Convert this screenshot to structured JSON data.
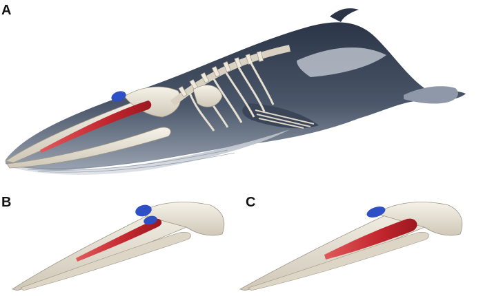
{
  "panels": {
    "a": {
      "label": "A"
    },
    "b": {
      "label": "B"
    },
    "c": {
      "label": "C"
    }
  },
  "colors": {
    "whale_dark": "#2b3547",
    "whale_mid": "#5d6a80",
    "whale_light": "#c9cfd8",
    "bone": "#ece7da",
    "bone_shadow": "#b9b2a3",
    "muscle_red": "#c2262e",
    "muscle_blue": "#2f4fc4"
  }
}
